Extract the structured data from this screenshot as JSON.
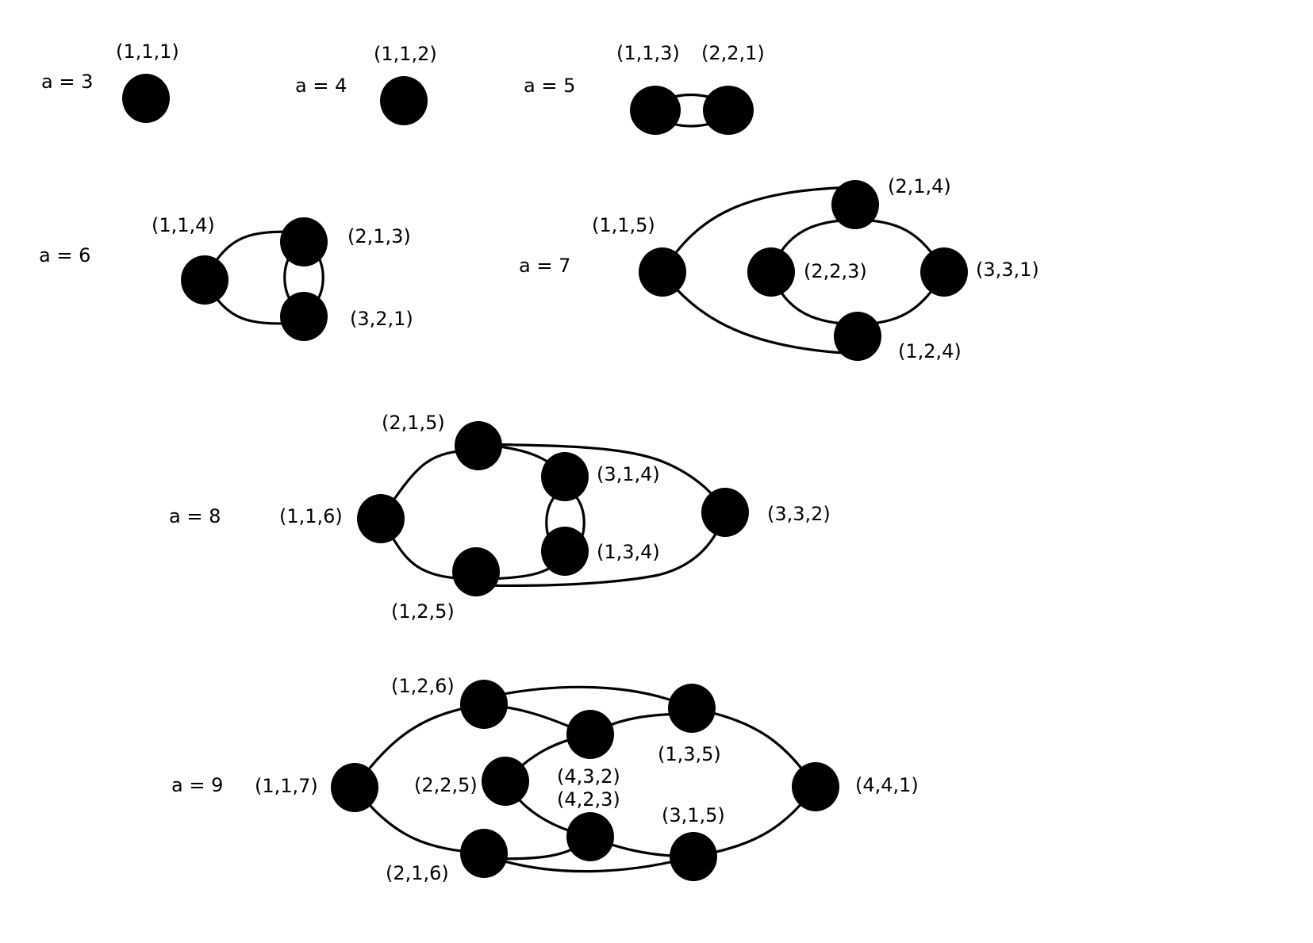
{
  "colors": {
    "node": "#000000",
    "edge": "#000000",
    "background": "#ffffff"
  },
  "panels": [
    {
      "id": "a3",
      "label": "a = 3",
      "nodes": [
        {
          "label": "(1,1,1)"
        }
      ]
    },
    {
      "id": "a4",
      "label": "a = 4",
      "nodes": [
        {
          "label": "(1,1,2)"
        }
      ]
    },
    {
      "id": "a5",
      "label": "a = 5",
      "nodes": [
        {
          "label": "(1,1,3)"
        },
        {
          "label": "(2,2,1)"
        }
      ]
    },
    {
      "id": "a6",
      "label": "a = 6",
      "nodes": [
        {
          "label": "(1,1,4)"
        },
        {
          "label": "(2,1,3)"
        },
        {
          "label": "(3,2,1)"
        }
      ]
    },
    {
      "id": "a7",
      "label": "a = 7",
      "nodes": [
        {
          "label": "(1,1,5)"
        },
        {
          "label": "(2,1,4)"
        },
        {
          "label": "(2,2,3)"
        },
        {
          "label": "(3,3,1)"
        },
        {
          "label": "(1,2,4)"
        }
      ]
    },
    {
      "id": "a8",
      "label": "a = 8",
      "nodes": [
        {
          "label": "(1,1,6)"
        },
        {
          "label": "(2,1,5)"
        },
        {
          "label": "(3,1,4)"
        },
        {
          "label": "(1,3,4)"
        },
        {
          "label": "(1,2,5)"
        },
        {
          "label": "(3,3,2)"
        }
      ]
    },
    {
      "id": "a9",
      "label": "a = 9",
      "nodes": [
        {
          "label": "(1,1,7)"
        },
        {
          "label": "(1,2,6)"
        },
        {
          "label": "(4,3,2)"
        },
        {
          "label": "(1,3,5)"
        },
        {
          "label": "(2,2,5)"
        },
        {
          "label": "(4,2,3)"
        },
        {
          "label": "(2,1,6)"
        },
        {
          "label": "(3,1,5)"
        },
        {
          "label": "(4,4,1)"
        }
      ]
    }
  ]
}
